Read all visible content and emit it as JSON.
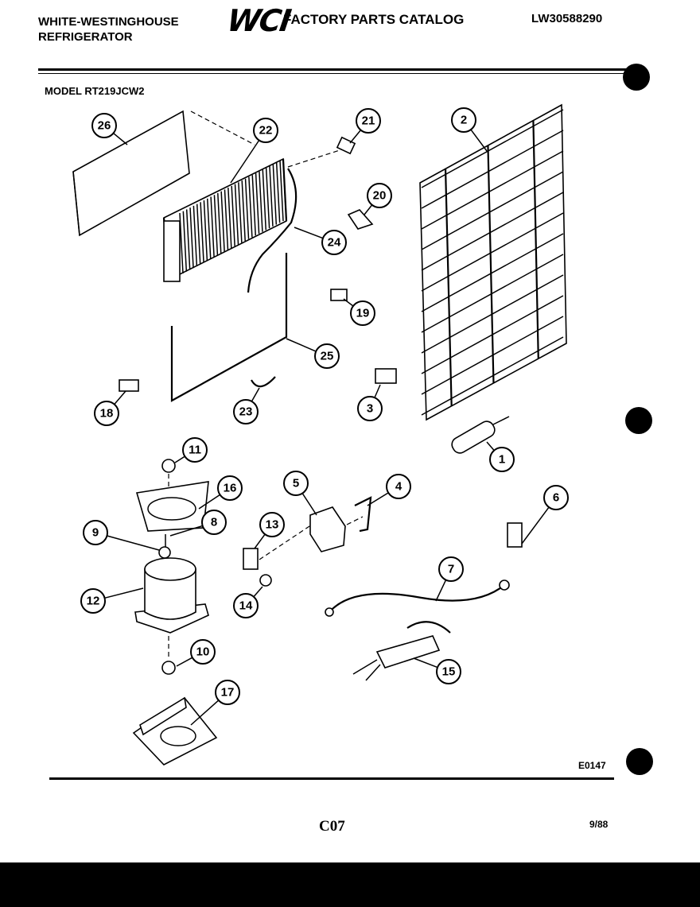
{
  "header": {
    "brand_line1": "WHITE-WESTINGHOUSE",
    "brand_line2": "REFRIGERATOR",
    "logo": "WCI",
    "catalog_title": "FACTORY PARTS CATALOG",
    "document_number": "LW30588290"
  },
  "model_label": "MODEL RT219JCW2",
  "diagram_code": "E0147",
  "page_code": "C07",
  "date": "9/88",
  "part_callouts": [
    "1",
    "2",
    "3",
    "4",
    "5",
    "6",
    "7",
    "8",
    "9",
    "10",
    "11",
    "12",
    "13",
    "14",
    "15",
    "16",
    "17",
    "18",
    "19",
    "20",
    "21",
    "22",
    "23",
    "24",
    "25",
    "26"
  ]
}
